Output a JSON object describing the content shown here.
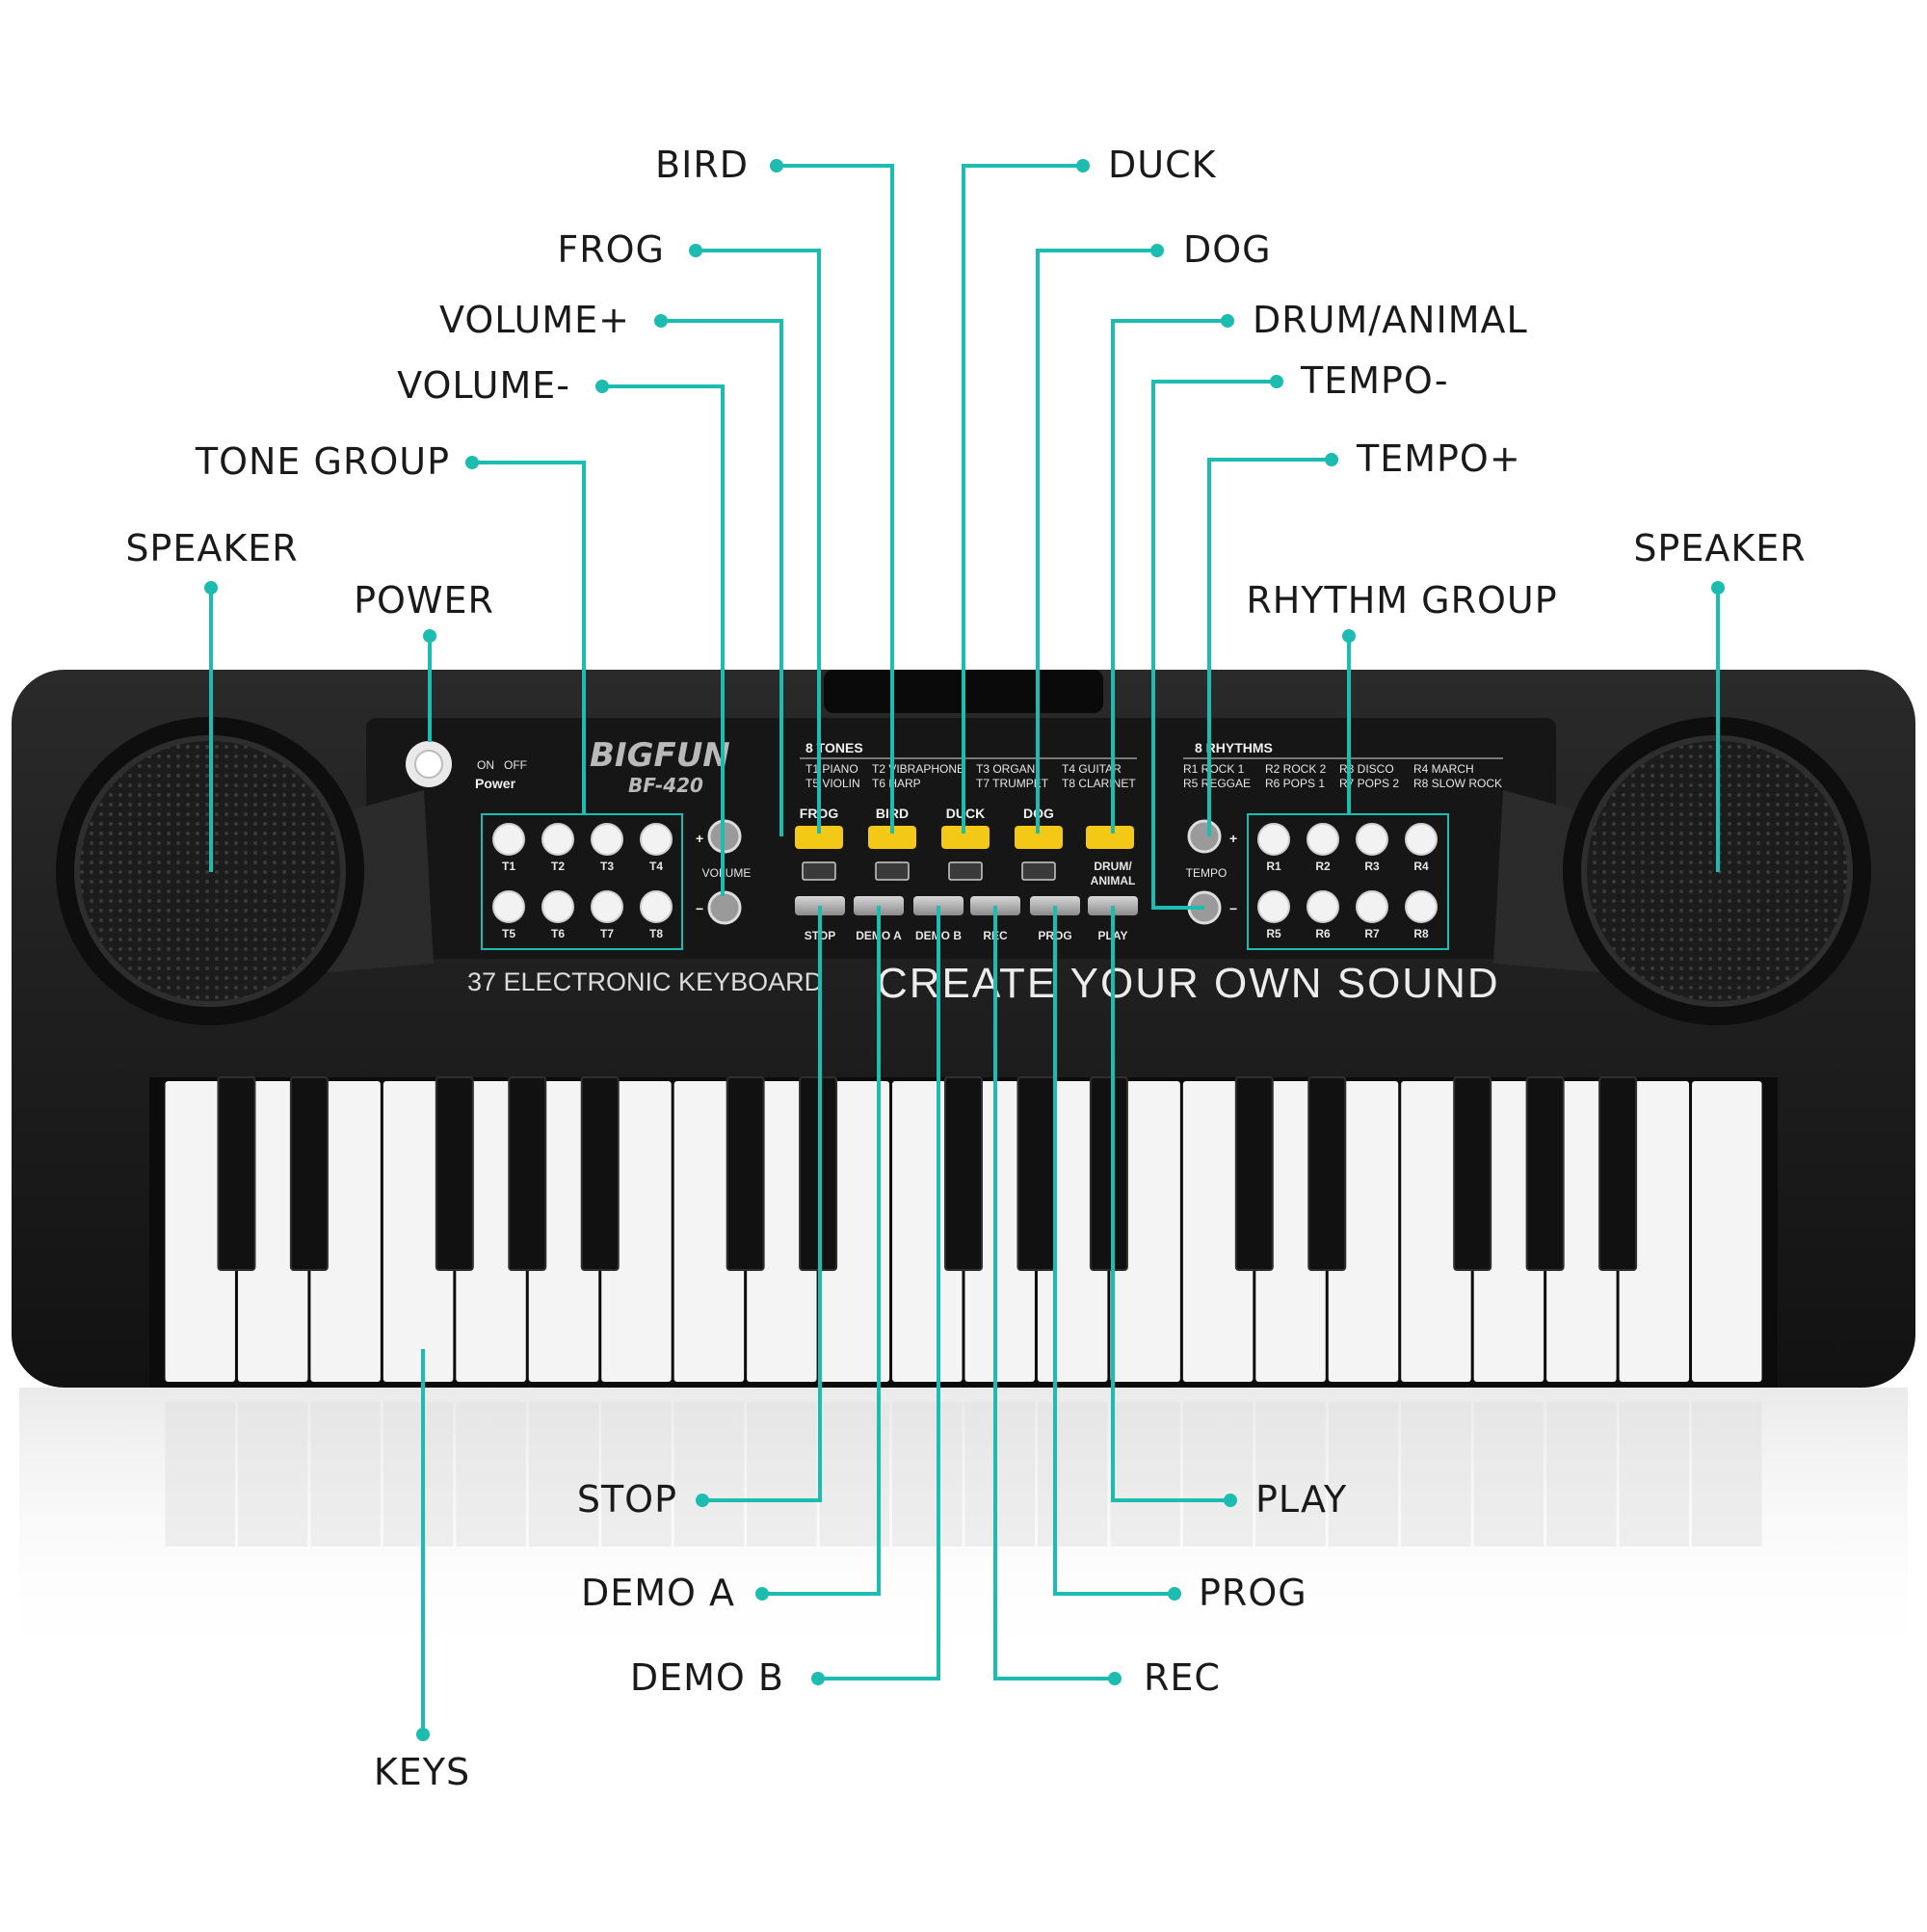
{
  "accent_color": "#1cbcb0",
  "keyboard": {
    "brand": "BIGFUN",
    "model": "BF-420",
    "power_on": "ON",
    "power_off": "OFF",
    "power_label": "Power",
    "volume_label": "VOLUME",
    "tempo_label": "TEMPO",
    "plus": "+",
    "minus": "−",
    "tones_title": "8 TONES",
    "tones": [
      "T1 PIANO",
      "T2 VIBRAPHONE",
      "T3 ORGAN",
      "T4 GUITAR",
      "T5 VIOLIN",
      "T6 HARP",
      "T7 TRUMPET",
      "T8 CLARINET"
    ],
    "rhythms_title": "8 RHYTHMS",
    "rhythms": [
      "R1 ROCK 1",
      "R2 ROCK 2",
      "R3 DISCO",
      "R4 MARCH",
      "R5 REGGAE",
      "R6 POPS 1",
      "R7 POPS 2",
      "R8 SLOW ROCK"
    ],
    "tone_buttons": [
      "T1",
      "T2",
      "T3",
      "T4",
      "T5",
      "T6",
      "T7",
      "T8"
    ],
    "rhythm_buttons": [
      "R1",
      "R2",
      "R3",
      "R4",
      "R5",
      "R6",
      "R7",
      "R8"
    ],
    "animal_buttons": [
      "FROG",
      "BIRD",
      "DUCK",
      "DOG"
    ],
    "drum_animal_line1": "DRUM/",
    "drum_animal_line2": "ANIMAL",
    "function_buttons": [
      "STOP",
      "DEMO A",
      "DEMO B",
      "REC",
      "PROG",
      "PLAY"
    ],
    "model_text": "37 ELECTRONIC KEYBOARD",
    "slogan": "CREATE YOUR OWN SOUND"
  },
  "callouts": {
    "bird": "BIRD",
    "frog": "FROG",
    "volume_plus": "VOLUME+",
    "volume_minus": "VOLUME-",
    "tone_group": "TONE GROUP",
    "speaker_left": "SPEAKER",
    "power": "POWER",
    "duck": "DUCK",
    "dog": "DOG",
    "drum_animal": "DRUM/ANIMAL",
    "tempo_minus": "TEMPO-",
    "tempo_plus": "TEMPO+",
    "rhythm_group": "RHYTHM GROUP",
    "speaker_right": "SPEAKER",
    "stop": "STOP",
    "demo_a": "DEMO A",
    "demo_b": "DEMO B",
    "keys": "KEYS",
    "play": "PLAY",
    "prog": "PROG",
    "rec": "REC"
  }
}
